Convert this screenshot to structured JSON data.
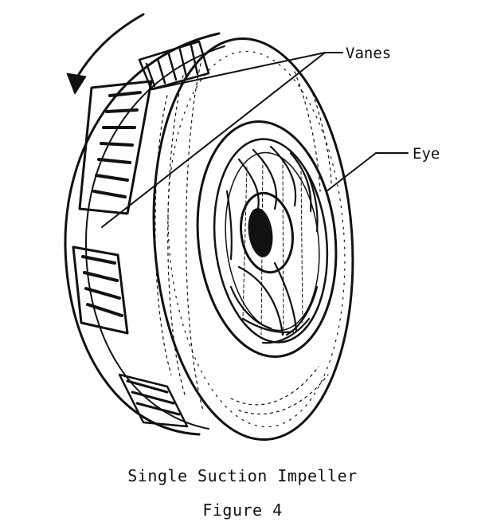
{
  "labels": {
    "vanes": "Vanes",
    "eye": "Eye"
  },
  "caption": {
    "title": "Single Suction Impeller",
    "figure": "Figure 4"
  },
  "colors": {
    "ink": "#111111",
    "paper": "#ffffff"
  },
  "icons": {
    "rotation": "rotation-arrow-icon"
  }
}
